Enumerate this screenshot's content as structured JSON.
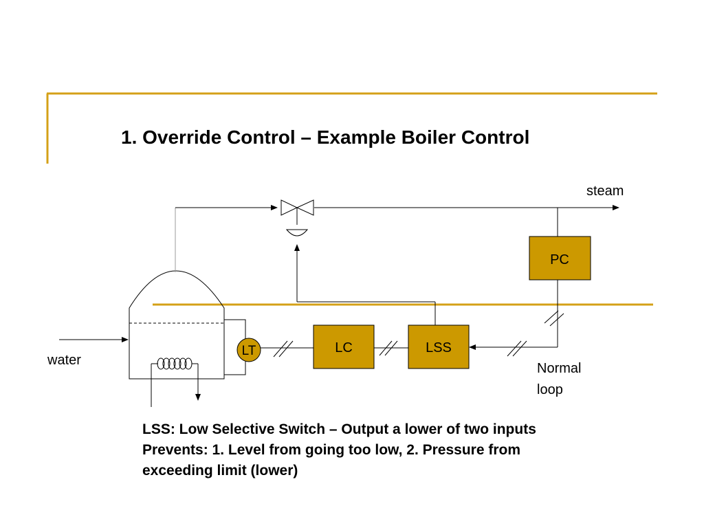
{
  "slide": {
    "title": "1. Override Control – Example Boiler Control",
    "accent_color": "#D4A017",
    "box_fill": "#CC9900"
  },
  "diagram": {
    "labels": {
      "steam": "steam",
      "water": "water",
      "normal_loop_line1": "Normal",
      "normal_loop_line2": "loop"
    },
    "blocks": {
      "pc": "PC",
      "lc": "LC",
      "lss": "LSS",
      "lt": "LT"
    }
  },
  "caption": {
    "line1": "LSS: Low Selective Switch – Output a lower of two inputs",
    "line2": "Prevents: 1. Level from going too low, 2. Pressure from",
    "line3": "exceeding limit (lower)"
  }
}
